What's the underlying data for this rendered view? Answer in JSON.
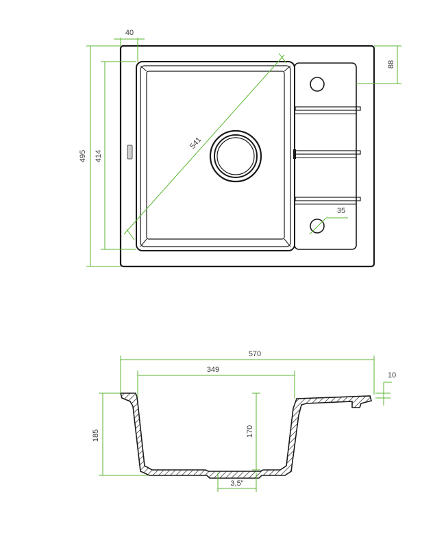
{
  "colors": {
    "dimension_line": "#5ab52f",
    "outline": "#1a1a1a",
    "dimension_text": "#3c3c3c",
    "background": "#ffffff"
  },
  "top_view": {
    "dimensions": {
      "left_offset": "40",
      "overall_height": "495",
      "bowl_height": "414",
      "diagonal": "541",
      "drainer_top_offset": "88",
      "tap_hole": "35"
    }
  },
  "side_view": {
    "dimensions": {
      "overall_width": "570",
      "bowl_width": "349",
      "rim_thickness": "10",
      "overall_depth": "185",
      "bowl_depth": "170",
      "drain_size": "3,5\""
    }
  }
}
